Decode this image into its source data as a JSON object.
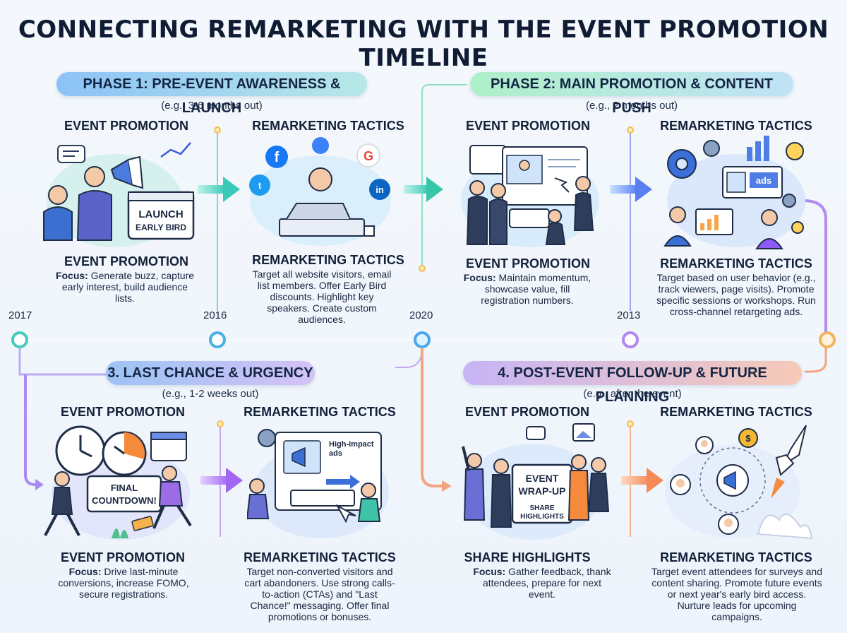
{
  "title": "CONNECTING REMARKETING WITH THE EVENT PROMOTION TIMELINE",
  "timeline_years": [
    "2017",
    "2016",
    "2020",
    "2013"
  ],
  "colors": {
    "cyan": "#3ec8d8",
    "blue": "#3b82f6",
    "violet": "#8b5cf6",
    "orange": "#f59e6b",
    "green": "#4fd39c"
  },
  "phases": [
    {
      "label": "PHASE 1: PRE-EVENT AWARENESS & LAUNCH",
      "subtitle": "(e.g., 3-6 months out)",
      "promo_heading": "EVENT PROMOTION",
      "promo_footer_heading": "EVENT PROMOTION",
      "promo_focus_label": "Focus:",
      "promo_text": "Generate buzz, capture early interest, build audience lists.",
      "remark_heading": "REMARKETING TACTICS",
      "remark_footer_heading": "REMARKETING TACTICS",
      "remark_text": "Target all website visitors, email list members. Offer Early Bird discounts. Highlight key speakers. Create custom audiences.",
      "illus_sign_1": "LAUNCH",
      "illus_sign_2": "EARLY BIRD"
    },
    {
      "label": "PHASE 2: MAIN PROMOTION & CONTENT PUSH",
      "subtitle": "(e.g., 2 months out)",
      "promo_heading": "EVENT PROMOTION",
      "promo_footer_heading": "EVENT PROMOTION",
      "promo_focus_label": "Focus:",
      "promo_text": "Maintain momentum, showcase value, fill registration numbers.",
      "remark_heading": "REMARKETING TACTICS",
      "remark_footer_heading": "REMARKETING TACTICS",
      "remark_text": "Target based on user behavior (e.g., track viewers, page visits). Promote specific sessions or workshops. Run cross-channel retargeting ads.",
      "illus_ads": "ads"
    },
    {
      "label": "3. LAST CHANCE & URGENCY",
      "subtitle": "(e.g., 1-2 weeks out)",
      "promo_heading": "EVENT PROMOTION",
      "promo_footer_heading": "EVENT PROMOTION",
      "promo_focus_label": "Focus:",
      "promo_text": "Drive last-minute conversions, increase FOMO, secure registrations.",
      "remark_heading": "REMARKETING TACTICS",
      "remark_footer_heading": "REMARKETING TACTICS",
      "remark_text": "Target non-converted visitors and cart abandoners. Use strong calls-to-action (CTAs) and \"Last Chance!\" messaging. Offer final promotions or bonuses.",
      "illus_sign_1": "FINAL",
      "illus_sign_2": "COUNTDOWN!",
      "illus_ads_1": "High-impact",
      "illus_ads_2": "ads"
    },
    {
      "label": "4. POST-EVENT FOLLOW-UP & FUTURE PLANNING",
      "subtitle": "(e.g., after the event)",
      "promo_heading": "EVENT PROMOTION",
      "promo_footer_heading": "SHARE HIGHLIGHTS",
      "promo_focus_label": "Focus:",
      "promo_text": "Gather feedback, thank attendees, prepare for next event.",
      "remark_heading": "REMARKETING TACTICS",
      "remark_footer_heading": "REMARKETING TACTICS",
      "remark_text": "Target event attendees for surveys and content sharing. Promote future events or next year's early bird access. Nurture leads for upcoming campaigns.",
      "illus_sign_1": "EVENT",
      "illus_sign_2": "WRAP-UP",
      "illus_sign_3": "SHARE",
      "illus_sign_4": "HIGHLIGHTS"
    }
  ]
}
